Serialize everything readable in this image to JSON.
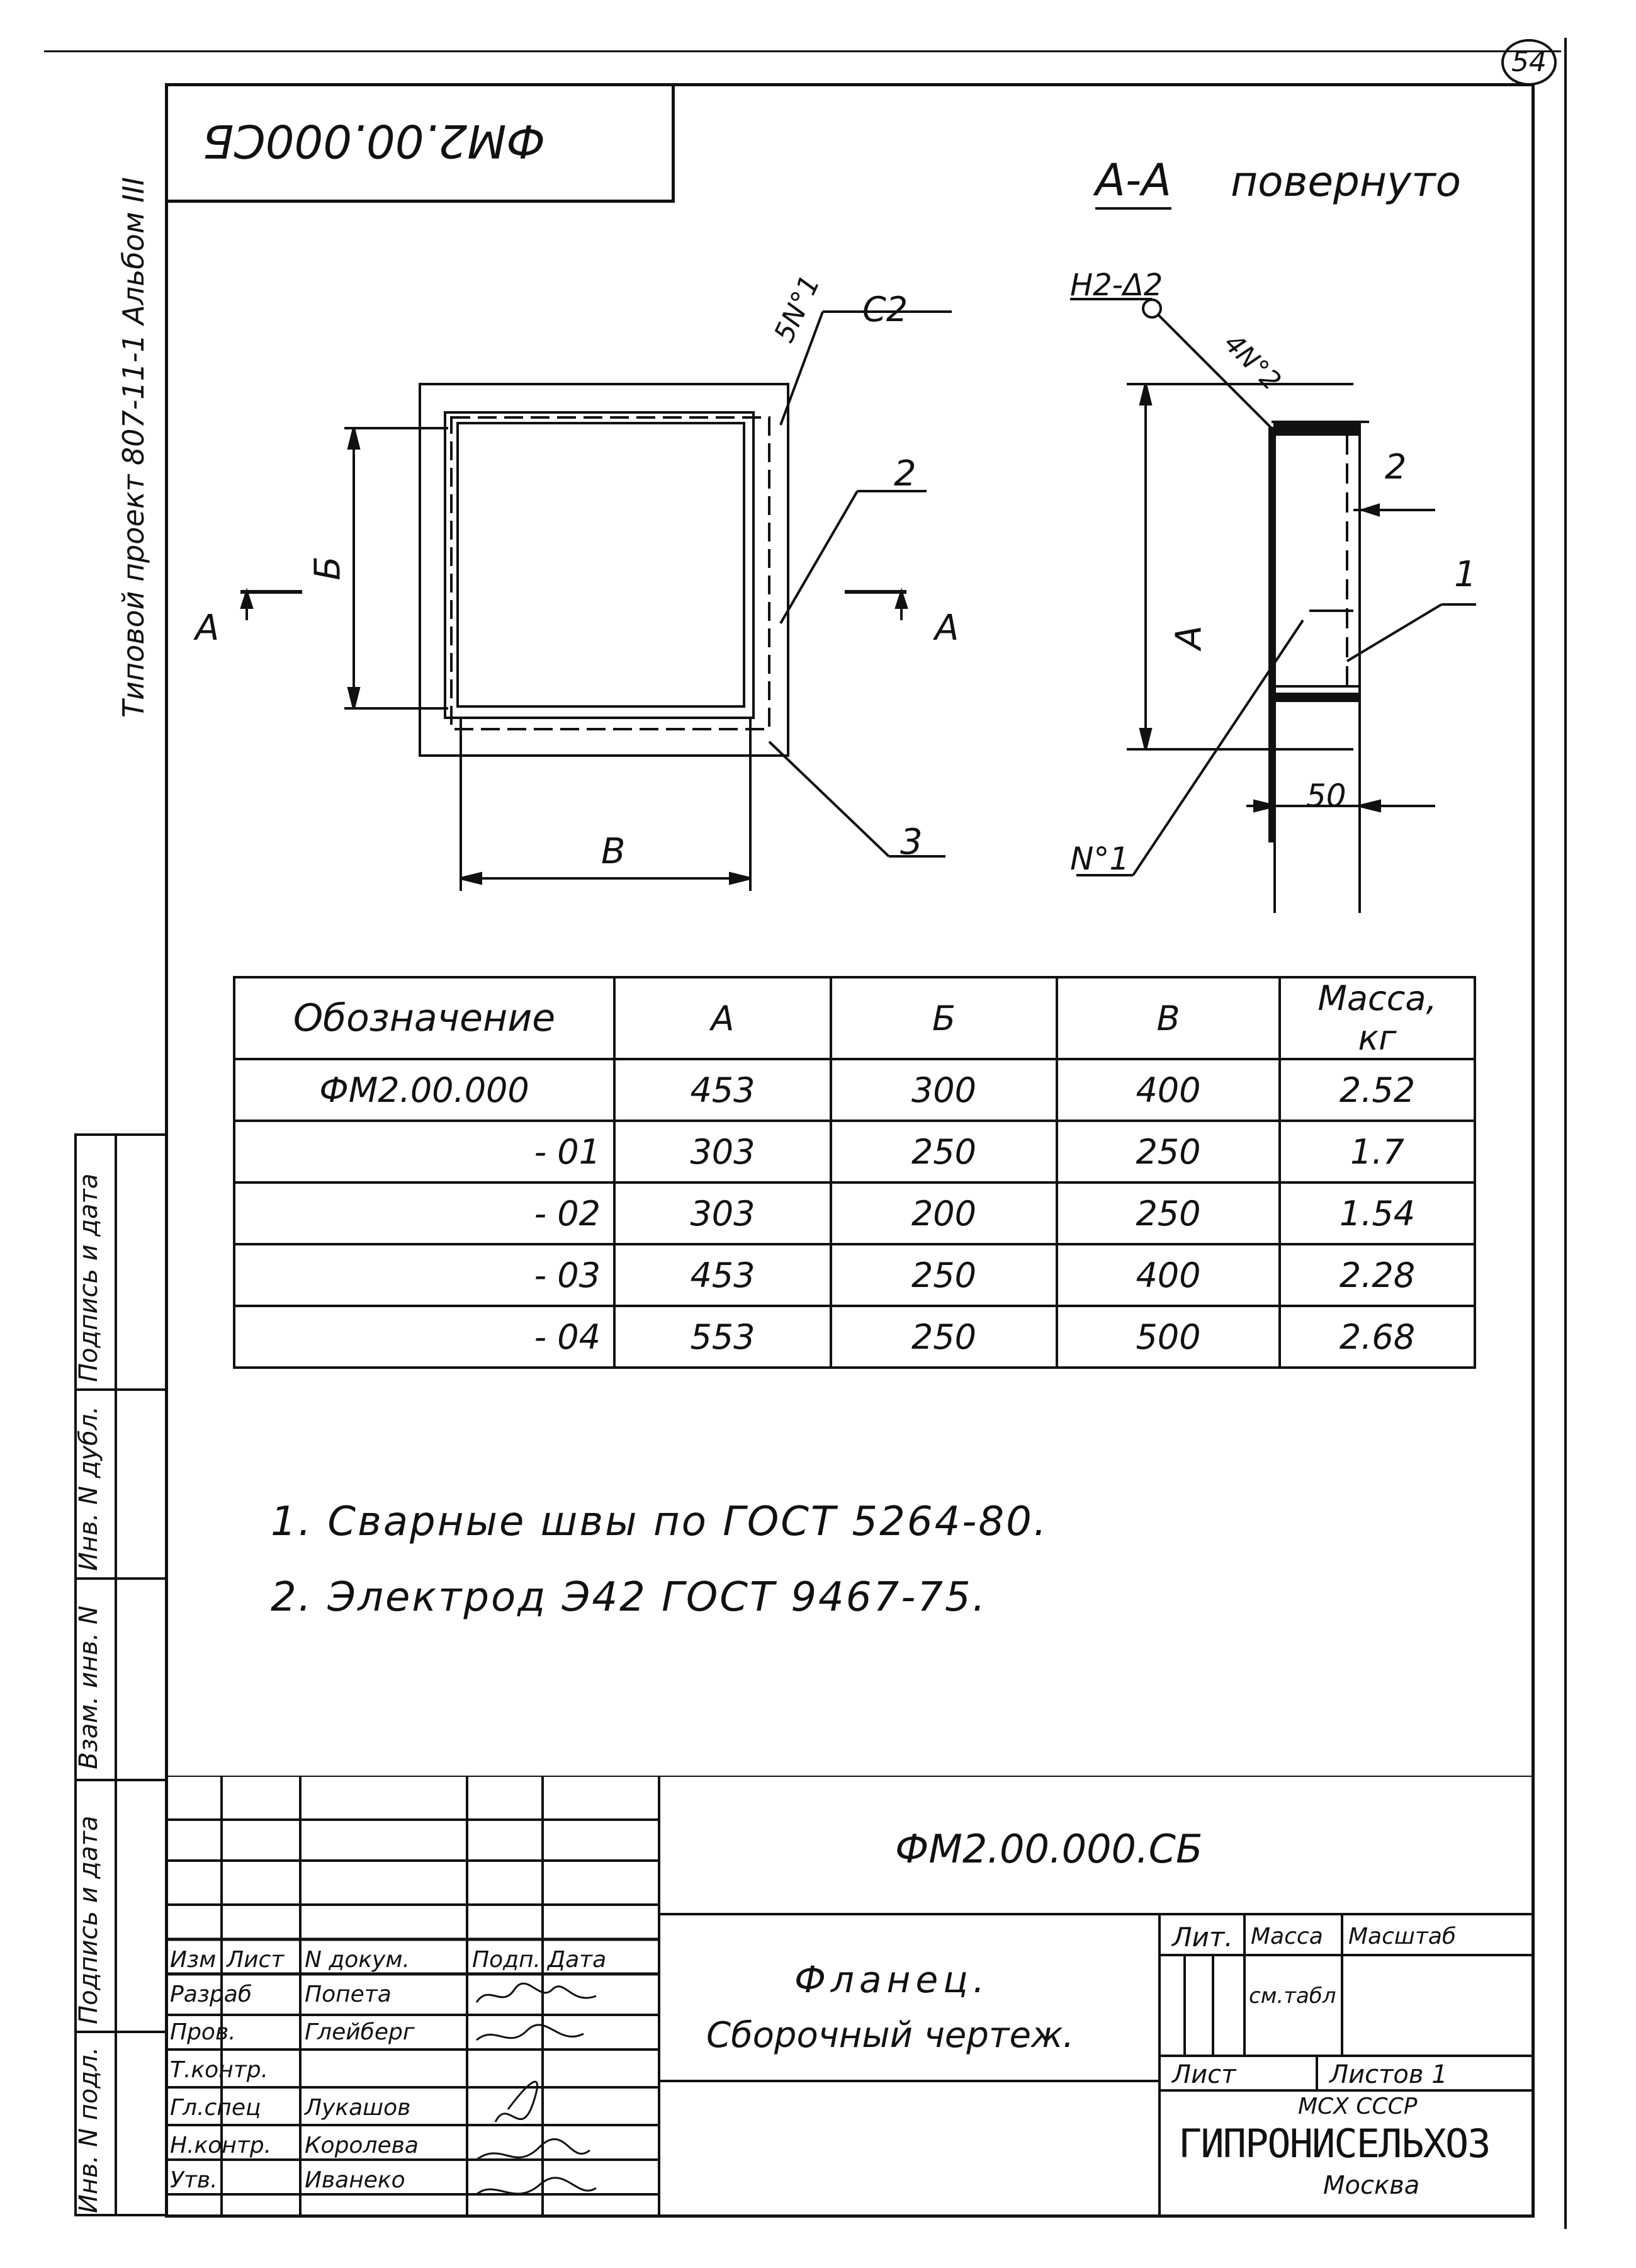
{
  "sheet": {
    "page_no": "54"
  },
  "stamp": {
    "code_rotated": "ФМ2.00.000СБ"
  },
  "side_margin": {
    "project": "Типовой проект 807-11-1 Альбом III",
    "labels": [
      "Подпись и дата",
      "Инв. N дубл.",
      "Взам. инв. N",
      "Подпись и дата",
      "Инв. N подл."
    ]
  },
  "drawing": {
    "section_title": "А-А",
    "section_note": "повернуто",
    "weld_c2": "С2",
    "weld_5n1": "5N°1",
    "weld_h2": "Н2-Δ2",
    "weld_4n2": "4N°2",
    "pos": [
      "1",
      "2",
      "3"
    ],
    "dim_a": "А",
    "dim_b": "Б",
    "dim_v": "В",
    "dim_2": "2",
    "dim_50": "50",
    "note_n1": "N°1",
    "cut_a": "А"
  },
  "table": {
    "headers": [
      "Обозначение",
      "А",
      "Б",
      "В",
      "Масса, кг"
    ],
    "rows": [
      [
        "ФМ2.00.000",
        "453",
        "300",
        "400",
        "2.52"
      ],
      [
        "- 01",
        "303",
        "250",
        "250",
        "1.7"
      ],
      [
        "- 02",
        "303",
        "200",
        "250",
        "1.54"
      ],
      [
        "- 03",
        "453",
        "250",
        "400",
        "2.28"
      ],
      [
        "- 04",
        "553",
        "250",
        "500",
        "2.68"
      ]
    ]
  },
  "notes": [
    "1. Сварные швы по ГОСТ 5264-80.",
    "2. Электрод Э42 ГОСТ 9467-75."
  ],
  "title_block": {
    "doc_code": "ФМ2.00.000.СБ",
    "name_line1": "Фланец.",
    "name_line2": "Сборочный чертеж.",
    "col_headers": [
      "Изм",
      "Лист",
      "N докум.",
      "Подп.",
      "Дата"
    ],
    "roles": [
      "Разраб",
      "Пров.",
      "Т.контр.",
      "Гл.спец",
      "Н.контр.",
      "Утв."
    ],
    "names": [
      "Попета",
      "Глейберг",
      "",
      "Лукашов",
      "Королева",
      "Иванеко"
    ],
    "lit_label": "Лит.",
    "mass_label": "Масса",
    "scale_label": "Масштаб",
    "mass_value": "см.табл",
    "sheet_label": "Лист",
    "sheets_label": "Листов 1",
    "org_line1": "МСХ СССР",
    "org_line2": "ГИПРОНИСЕЛЬХОЗ",
    "org_line3": "Москва"
  }
}
